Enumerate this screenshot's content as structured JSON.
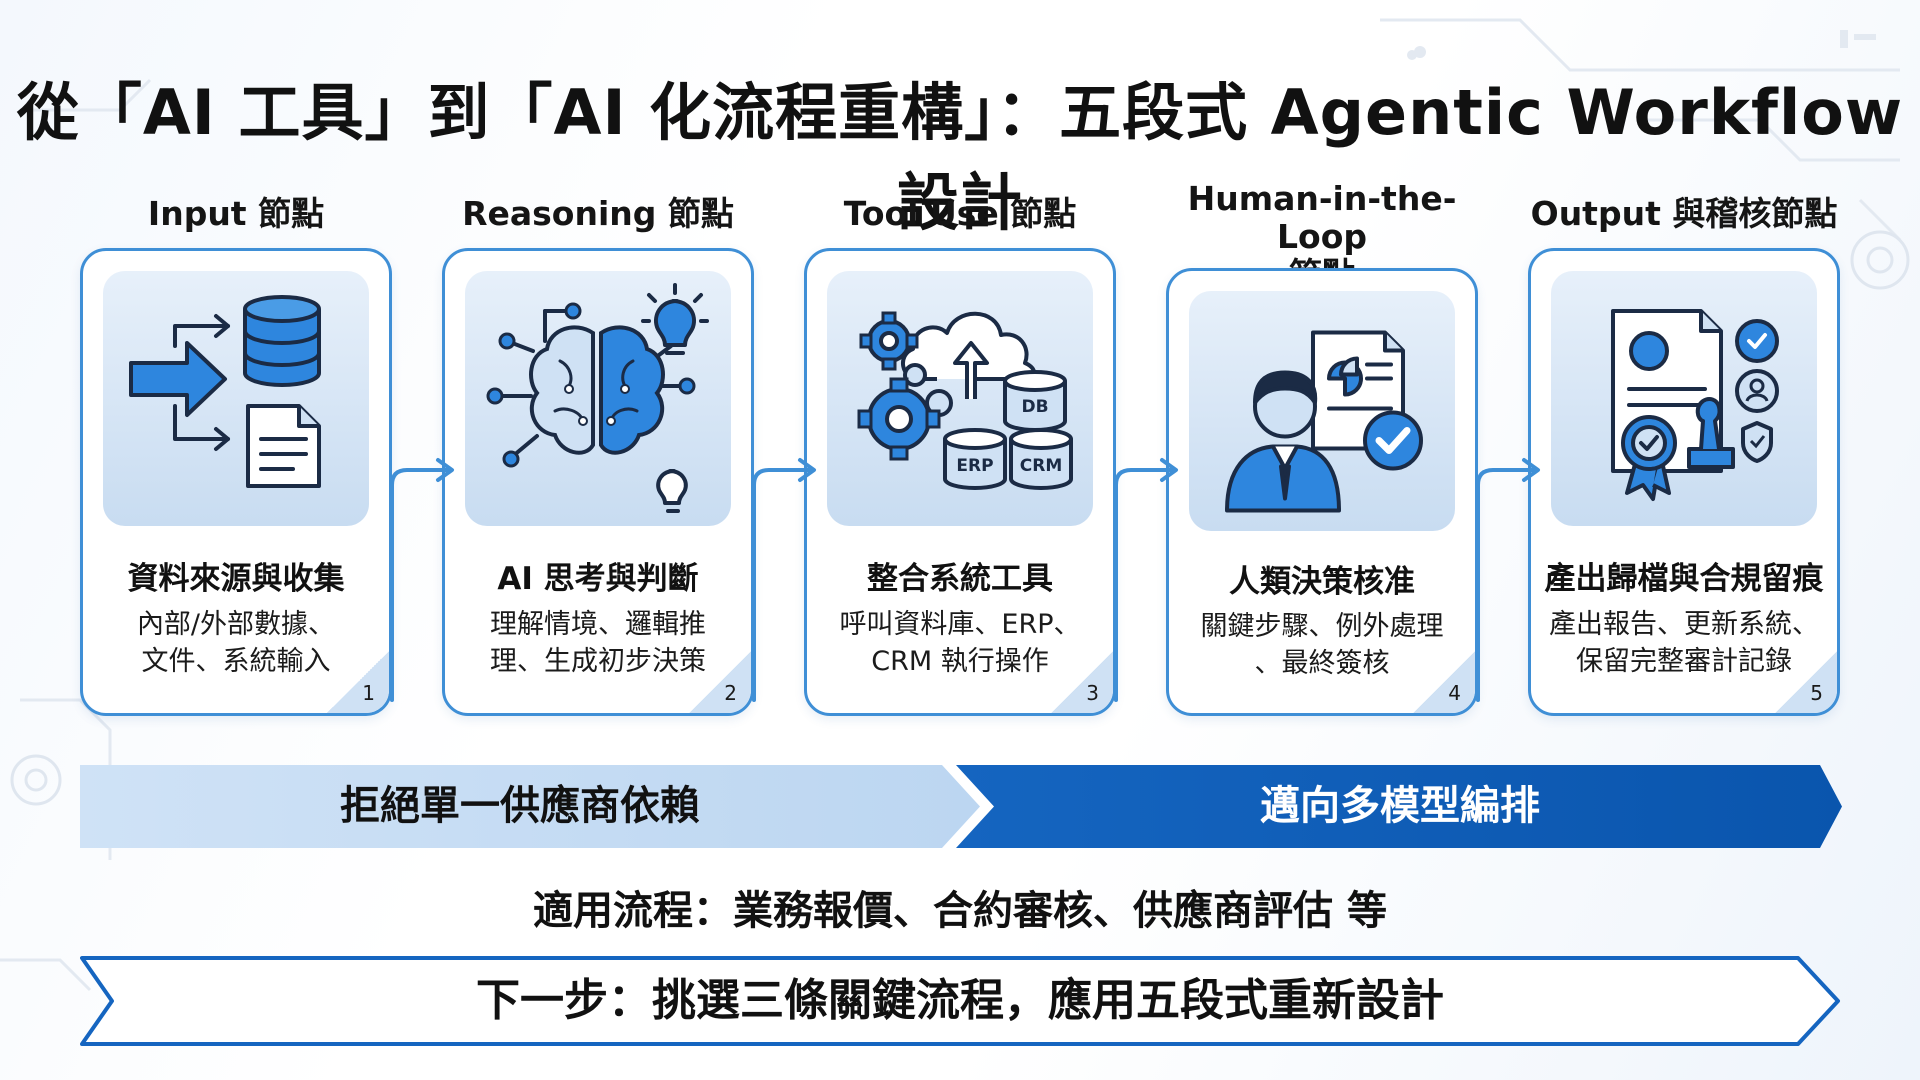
{
  "title": "從「AI 工具」到「AI 化流程重構」：五段式 Agentic Workflow 設計",
  "colors": {
    "accent": "#3f8fd6",
    "dark_blue": "#1565c0",
    "light_blue": "#c8dcf1",
    "text": "#111111"
  },
  "stages": [
    {
      "heading": "Input 節點",
      "icon": "data-input-icon",
      "title": "資料來源與收集",
      "desc_line1": "內部/外部數據、",
      "desc_line2": "文件、系統輸入",
      "number": "1"
    },
    {
      "heading": "Reasoning 節點",
      "icon": "ai-brain-icon",
      "title": "AI 思考與判斷",
      "desc_line1": "理解情境、邏輯推",
      "desc_line2": "理、生成初步決策",
      "number": "2"
    },
    {
      "heading": "Tool Use 節點",
      "icon": "tool-integration-icon",
      "title": "整合系統工具",
      "desc_line1": "呼叫資料庫、ERP、",
      "desc_line2": "CRM 執行操作",
      "number": "3",
      "icon_labels": {
        "db": "DB",
        "erp": "ERP",
        "crm": "CRM"
      }
    },
    {
      "heading_line1": "Human-in-the-Loop",
      "heading_line2": "節點",
      "icon": "human-approval-icon",
      "title": "人類決策核准",
      "desc_line1": "關鍵步驟、例外處理",
      "desc_line2": "、最終簽核",
      "number": "4"
    },
    {
      "heading": "Output 與稽核節點",
      "icon": "audit-output-icon",
      "title": "產出歸檔與合規留痕",
      "desc_line1": "產出報告、更新系統、",
      "desc_line2": "保留完整審計記錄",
      "number": "5"
    }
  ],
  "banner": {
    "left": "拒絕單一供應商依賴",
    "right": "邁向多模型編排"
  },
  "applicable": "適用流程：業務報價、合約審核、供應商評估 等",
  "next_step": "下一步：挑選三條關鍵流程，應用五段式重新設計"
}
